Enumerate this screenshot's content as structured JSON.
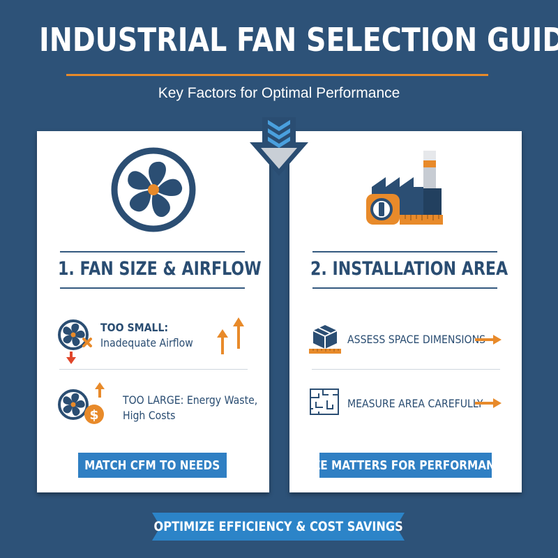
{
  "header": {
    "title": "INDUSTRIAL FAN SELECTION GUIDE",
    "subtitle": "Key Factors for Optimal Performance"
  },
  "colors": {
    "background": "#2d5278",
    "accent_orange": "#e88a2a",
    "navy": "#2a4d72",
    "button_blue": "#2f7fc3",
    "banner_blue": "#2c84c8"
  },
  "left_card": {
    "heading": "1. FAN SIZE & AIRFLOW",
    "icon": "fan-icon",
    "rows": [
      {
        "icon": "fan-small-x-icon",
        "label_bold": "TOO SMALL:",
        "label": "Inadequate Airflow"
      },
      {
        "icon": "fan-dollar-icon",
        "label": "TOO LARGE: Energy Waste,",
        "label2": "High Costs"
      }
    ],
    "button": "MATCH CFM TO NEEDS"
  },
  "right_card": {
    "heading": "2. INSTALLATION AREA",
    "icon": "factory-tape-measure-icon",
    "rows": [
      {
        "icon": "box-ruler-icon",
        "label": "ASSESS SPACE DIMENSIONS"
      },
      {
        "icon": "floor-plan-icon",
        "label": "MEASURE AREA CAREFULLY"
      }
    ],
    "button": "SIZE MATTERS FOR PERFORMANCE"
  },
  "footer": {
    "banner": "OPTIMIZE EFFICIENCY & COST SAVINGS"
  }
}
